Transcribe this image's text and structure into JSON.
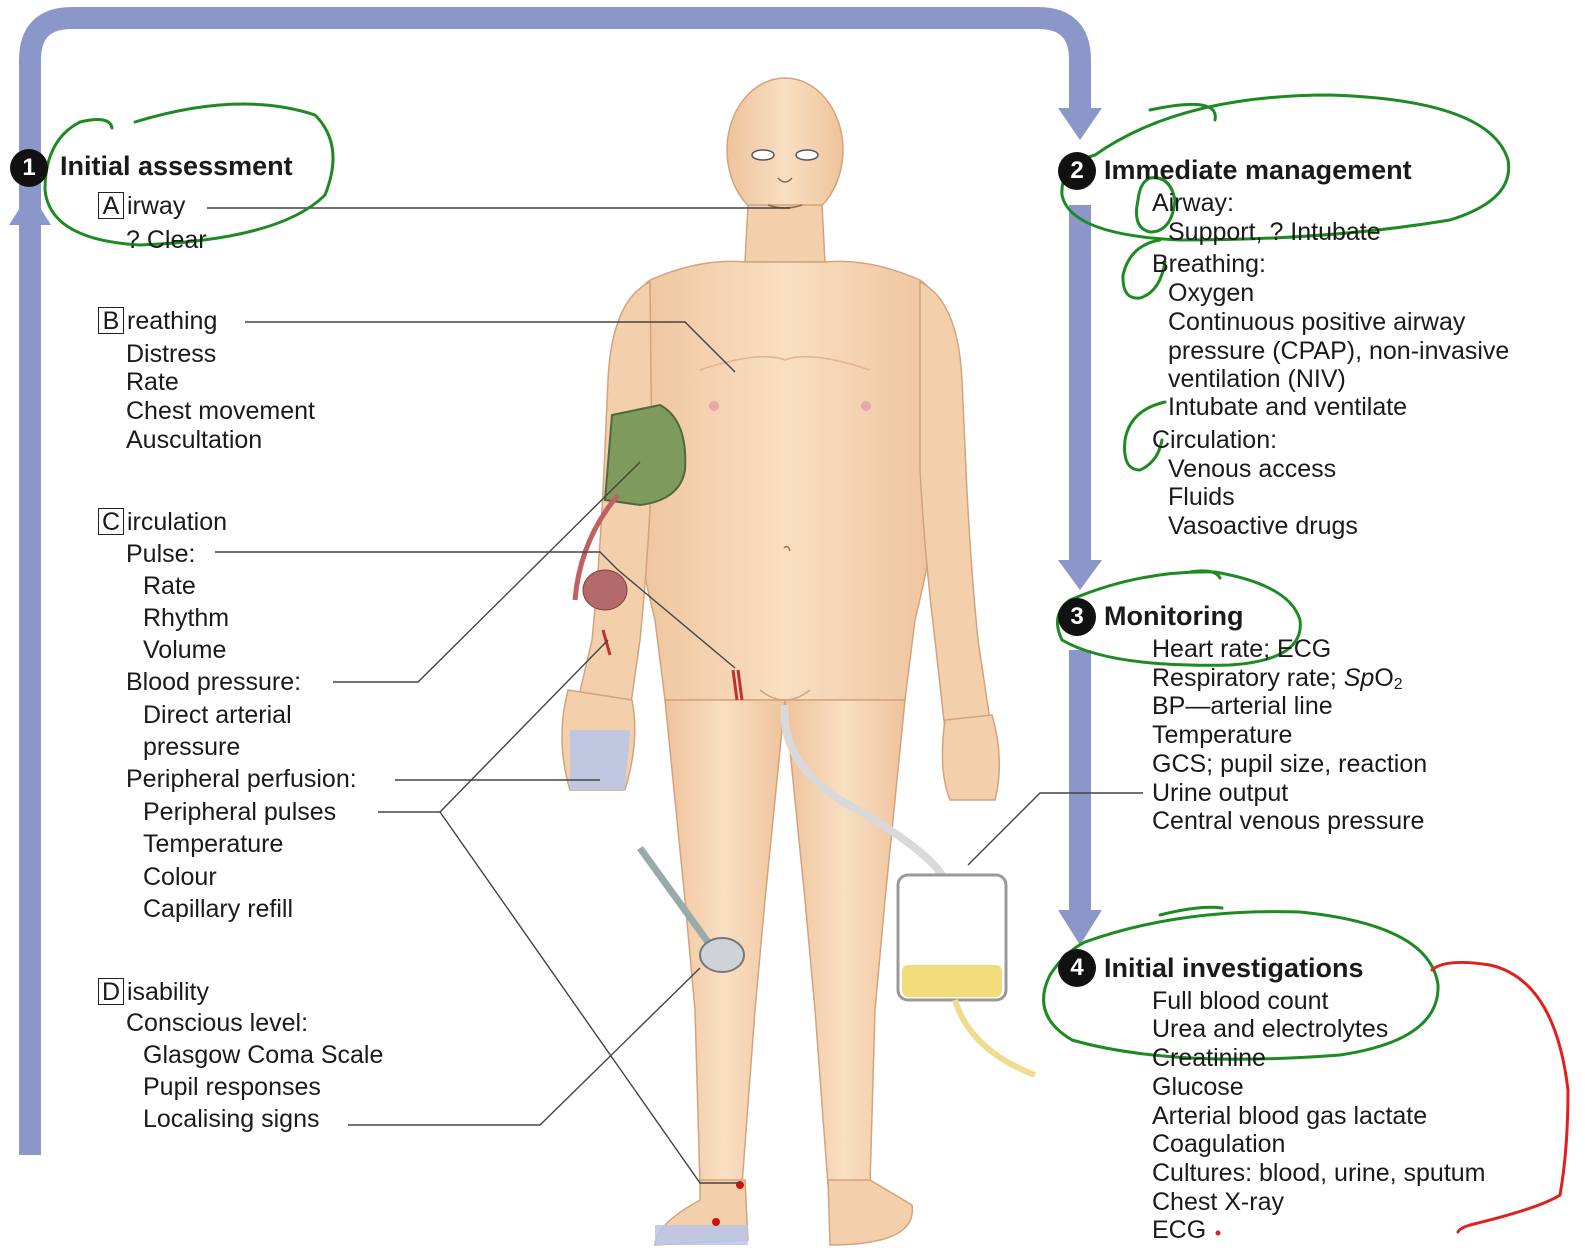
{
  "section1": {
    "number": "1",
    "title": "Initial assessment",
    "airway": {
      "letter": "A",
      "rest": "irway",
      "items": [
        "? Clear"
      ]
    },
    "breathing": {
      "letter": "B",
      "rest": "reathing",
      "items": [
        "Distress",
        "Rate",
        "Chest movement",
        "Auscultation"
      ]
    },
    "circulation": {
      "letter": "C",
      "rest": "irculation",
      "pulse": "Pulse:",
      "pulse_items": [
        "Rate",
        "Rhythm",
        "Volume"
      ],
      "bp": "Blood pressure:",
      "bp_items": [
        "Direct arterial",
        "pressure"
      ],
      "perfusion": "Peripheral perfusion:",
      "perfusion_items": [
        "Peripheral pulses",
        "Temperature",
        "Colour",
        "Capillary refill"
      ]
    },
    "disability": {
      "letter": "D",
      "rest": "isability",
      "conscious": "Conscious level:",
      "items": [
        "Glasgow Coma Scale",
        "Pupil responses",
        "Localising signs"
      ]
    }
  },
  "section2": {
    "number": "2",
    "title": "Immediate management",
    "airway": "Airway:",
    "airway_items": [
      "Support, ? Intubate"
    ],
    "breathing": "Breathing:",
    "breathing_items": [
      "Oxygen",
      "Continuous positive airway",
      "pressure (CPAP), non-invasive",
      "ventilation (NIV)",
      "Intubate and ventilate"
    ],
    "circulation": "Circulation:",
    "circulation_items": [
      "Venous access",
      "Fluids",
      "Vasoactive drugs"
    ]
  },
  "section3": {
    "number": "3",
    "title": "Monitoring",
    "items": [
      "Heart rate; ECG",
      "Respiratory rate; ",
      "BP—arterial line",
      "Temperature",
      "GCS; pupil size, reaction",
      "Urine output",
      "Central venous pressure"
    ],
    "spo2_sp": "Sp",
    "spo2_o": "O",
    "spo2_sub": "2"
  },
  "section4": {
    "number": "4",
    "title": "Initial investigations",
    "items": [
      "Full blood count",
      "Urea and electrolytes",
      "Creatinine",
      "Glucose",
      "Arterial blood gas lactate",
      "Coagulation",
      "Cultures: blood, urine, sputum",
      "Chest X-ray",
      "ECG"
    ]
  },
  "colors": {
    "flow_arrow": "#8c97c9",
    "skin": "#f6d6b4",
    "skin_shadow": "#e2b58f",
    "cuff": "#7e9a5d",
    "annotation_green": "#1d8a22",
    "annotation_red": "#e02020",
    "urine": "#f3dc7a"
  },
  "icons": [
    "blood-pressure-cuff-icon",
    "urine-bag-icon",
    "reflex-hammer-icon"
  ]
}
